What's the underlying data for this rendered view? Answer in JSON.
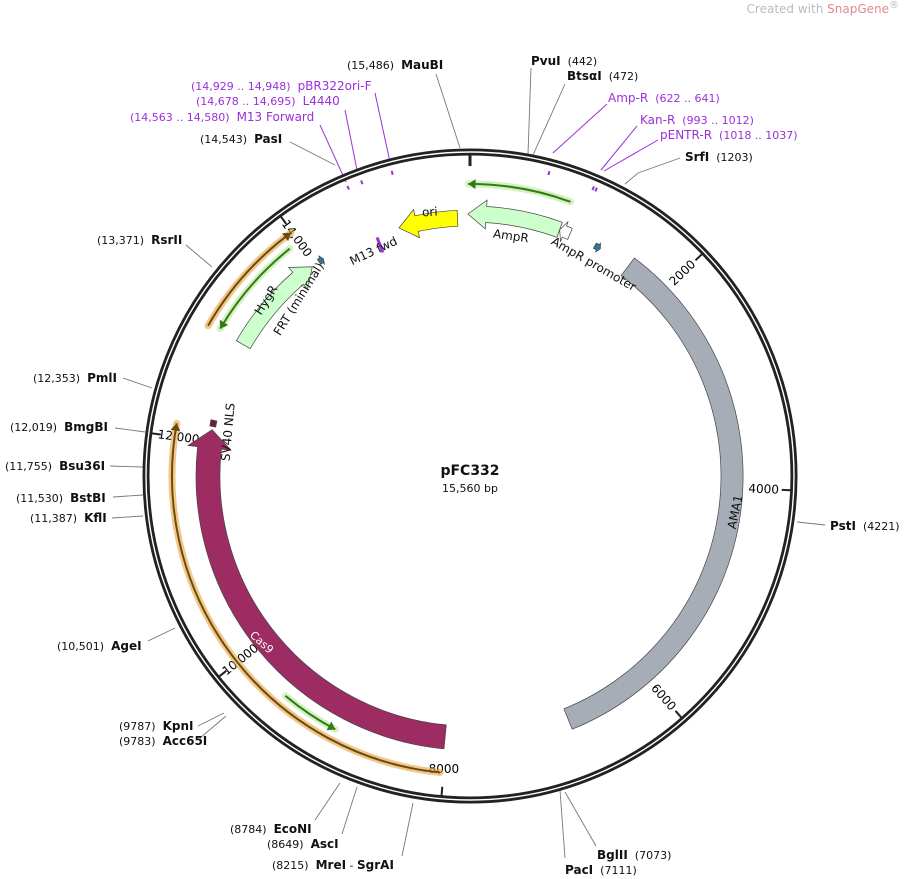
{
  "credit": {
    "text": "Created with ",
    "brand": "SnapGene",
    "mark": "®"
  },
  "plasmid": {
    "name": "pFC332",
    "length_label": "15,560 bp",
    "length_bp": 15560
  },
  "ticks": [
    {
      "bp": 2000,
      "label": "2000"
    },
    {
      "bp": 4000,
      "label": "4000"
    },
    {
      "bp": 6000,
      "label": "6000"
    },
    {
      "bp": 8000,
      "label": "8000"
    },
    {
      "bp": 10000,
      "label": "10,000"
    },
    {
      "bp": 12000,
      "label": "12,000"
    },
    {
      "bp": 14000,
      "label": "14,000"
    }
  ],
  "enzymes": [
    {
      "name": "MauBI",
      "pos": "(15,486)"
    },
    {
      "name": "PasI",
      "pos": "(14,543)"
    },
    {
      "name": "RsrII",
      "pos": "(13,371)"
    },
    {
      "name": "PmlI",
      "pos": "(12,353)"
    },
    {
      "name": "BmgBI",
      "pos": "(12,019)"
    },
    {
      "name": "Bsu36I",
      "pos": "(11,755)"
    },
    {
      "name": "BstBI",
      "pos": "(11,530)"
    },
    {
      "name": "KflI",
      "pos": "(11,387)"
    },
    {
      "name": "AgeI",
      "pos": "(10,501)"
    },
    {
      "name": "KpnI",
      "pos": "(9787)"
    },
    {
      "name": "Acc65I",
      "pos": "(9783)"
    },
    {
      "name": "EcoNI",
      "pos": "(8784)"
    },
    {
      "name": "AscI",
      "pos": "(8649)"
    },
    {
      "name": "MreI",
      "name2": "SgrAI",
      "pos": "(8215)"
    },
    {
      "name": "PacI",
      "pos": "(7111)"
    },
    {
      "name": "BglII",
      "pos": "(7073)"
    },
    {
      "name": "PstI",
      "pos": "(4221)"
    },
    {
      "name": "SrfI",
      "pos": "(1203)"
    },
    {
      "name": "PvuI",
      "pos": "(442)"
    },
    {
      "name": "BtsαI",
      "pos": "(472)"
    }
  ],
  "primers": [
    {
      "name": "pBR322ori-F",
      "pos": "(14,929 .. 14,948)"
    },
    {
      "name": "L4440",
      "pos": "(14,678 .. 14,695)"
    },
    {
      "name": "M13 Forward",
      "pos": "(14,563 .. 14,580)"
    },
    {
      "name": "Amp-R",
      "pos": "(622 .. 641)"
    },
    {
      "name": "Kan-R",
      "pos": "(993 .. 1012)"
    },
    {
      "name": "pENTR-R",
      "pos": "(1018 .. 1037)"
    }
  ],
  "features": [
    {
      "label": "ori",
      "start": 14870,
      "end": 15440,
      "dir": "reverse",
      "color": "#ffff00",
      "radius": 258,
      "width": 16
    },
    {
      "label": "AmpR",
      "start": 15540,
      "end": 865,
      "dir": "reverse",
      "color": "#ccffcc",
      "radius": 262,
      "width": 16
    },
    {
      "label": "AmpR promoter",
      "start": 865,
      "end": 970,
      "dir": "reverse",
      "color": "#ffffff",
      "radius": 262,
      "width": 12
    },
    {
      "label": "AMA1",
      "start": 1600,
      "end": 6830,
      "dir": "none",
      "color": "#a6adb6",
      "radius": 262,
      "width": 22
    },
    {
      "label": "HygR",
      "start": 12970,
      "end": 13960,
      "dir": "forward",
      "color": "#ccffcc",
      "radius": 262,
      "width": 16
    },
    {
      "label": "FRT (minimal)",
      "start": 14040,
      "end": 14090,
      "dir": "forward",
      "color": "#2e7a98",
      "radius": 262,
      "width": 6
    },
    {
      "label": "Cas9",
      "start": 8015,
      "end": 12110,
      "dir": "forward",
      "color": "#9c2c62",
      "radius": 262,
      "width": 24
    },
    {
      "label": "SV40 NLS",
      "start": 12140,
      "end": 12200,
      "dir": "none",
      "color": "#6a1f40",
      "radius": 262,
      "width": 6
    }
  ],
  "feature_labels": {
    "m13_fwd": "M13 fwd"
  },
  "colors": {
    "primer": "#9b30d9",
    "orf_line": "#e8a33a",
    "orf_arrow": "#2f7d12",
    "backbone": "#222222"
  }
}
